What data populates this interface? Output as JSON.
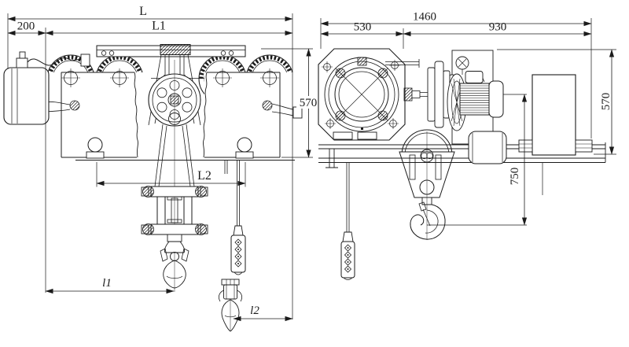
{
  "page": {
    "background": "#ffffff",
    "line_color": "#1b1b1b"
  },
  "front_view": {
    "labels": {
      "overall_width": "L",
      "frame_width": "L1",
      "end_offset": "200",
      "body_height": "570",
      "rail_gauge": "L2",
      "hook_approach_left": "l1",
      "hook_approach_right": "l2"
    }
  },
  "side_view": {
    "labels": {
      "overall_length": "1460",
      "drum_section": "530",
      "motor_section": "930",
      "body_height": "570",
      "hook_headroom": "750"
    }
  }
}
